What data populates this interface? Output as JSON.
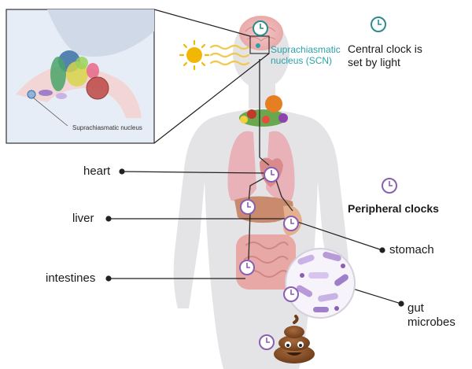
{
  "labels": {
    "central_clock": "Central clock is set by light",
    "scn": "Suprachiasmatic nucleus (SCN)",
    "inset_scn": "Suprachiasmatic nucleus",
    "peripheral": "Peripheral clocks",
    "heart": "heart",
    "liver": "liver",
    "intestines": "intestines",
    "stomach": "stomach",
    "gut_microbes": "gut microbes"
  },
  "colors": {
    "central_clock": "#2a8c8c",
    "peripheral_clock": "#8a5fb3",
    "scn_text": "#2aa3a8",
    "body_silhouette": "#e3e3e6",
    "sun": "#f2b705"
  },
  "icons": [
    "sun-icon",
    "light-wave-icon",
    "clock-icon",
    "poop-emoji-icon",
    "bacteria-icon",
    "brain-icon"
  ]
}
